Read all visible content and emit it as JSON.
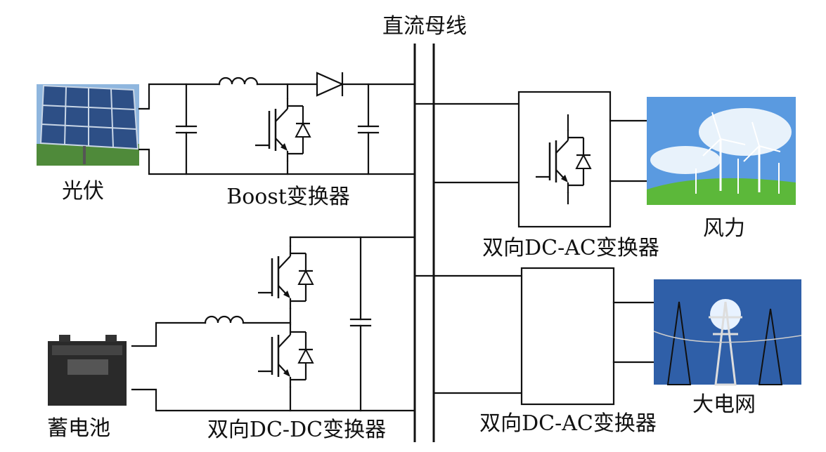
{
  "labels": {
    "dc_bus": "直流母线",
    "pv": "光伏",
    "boost": "Boost变换器",
    "wind": "风力",
    "wind_converter": "双向DC-AC变换器",
    "grid": "大电网",
    "grid_converter": "双向DC-AC变换器",
    "battery": "蓄电池",
    "dcdc": "双向DC-DC变换器"
  },
  "icons": {
    "pv": "solar-panel-icon",
    "battery": "battery-icon",
    "wind": "wind-turbine-icon",
    "grid": "power-tower-icon"
  },
  "colors": {
    "line": "#111111",
    "sky": "#5a9ae0",
    "grass": "#5cb83a",
    "panel": "#2d4f86",
    "battery": "#2a2a2a"
  }
}
